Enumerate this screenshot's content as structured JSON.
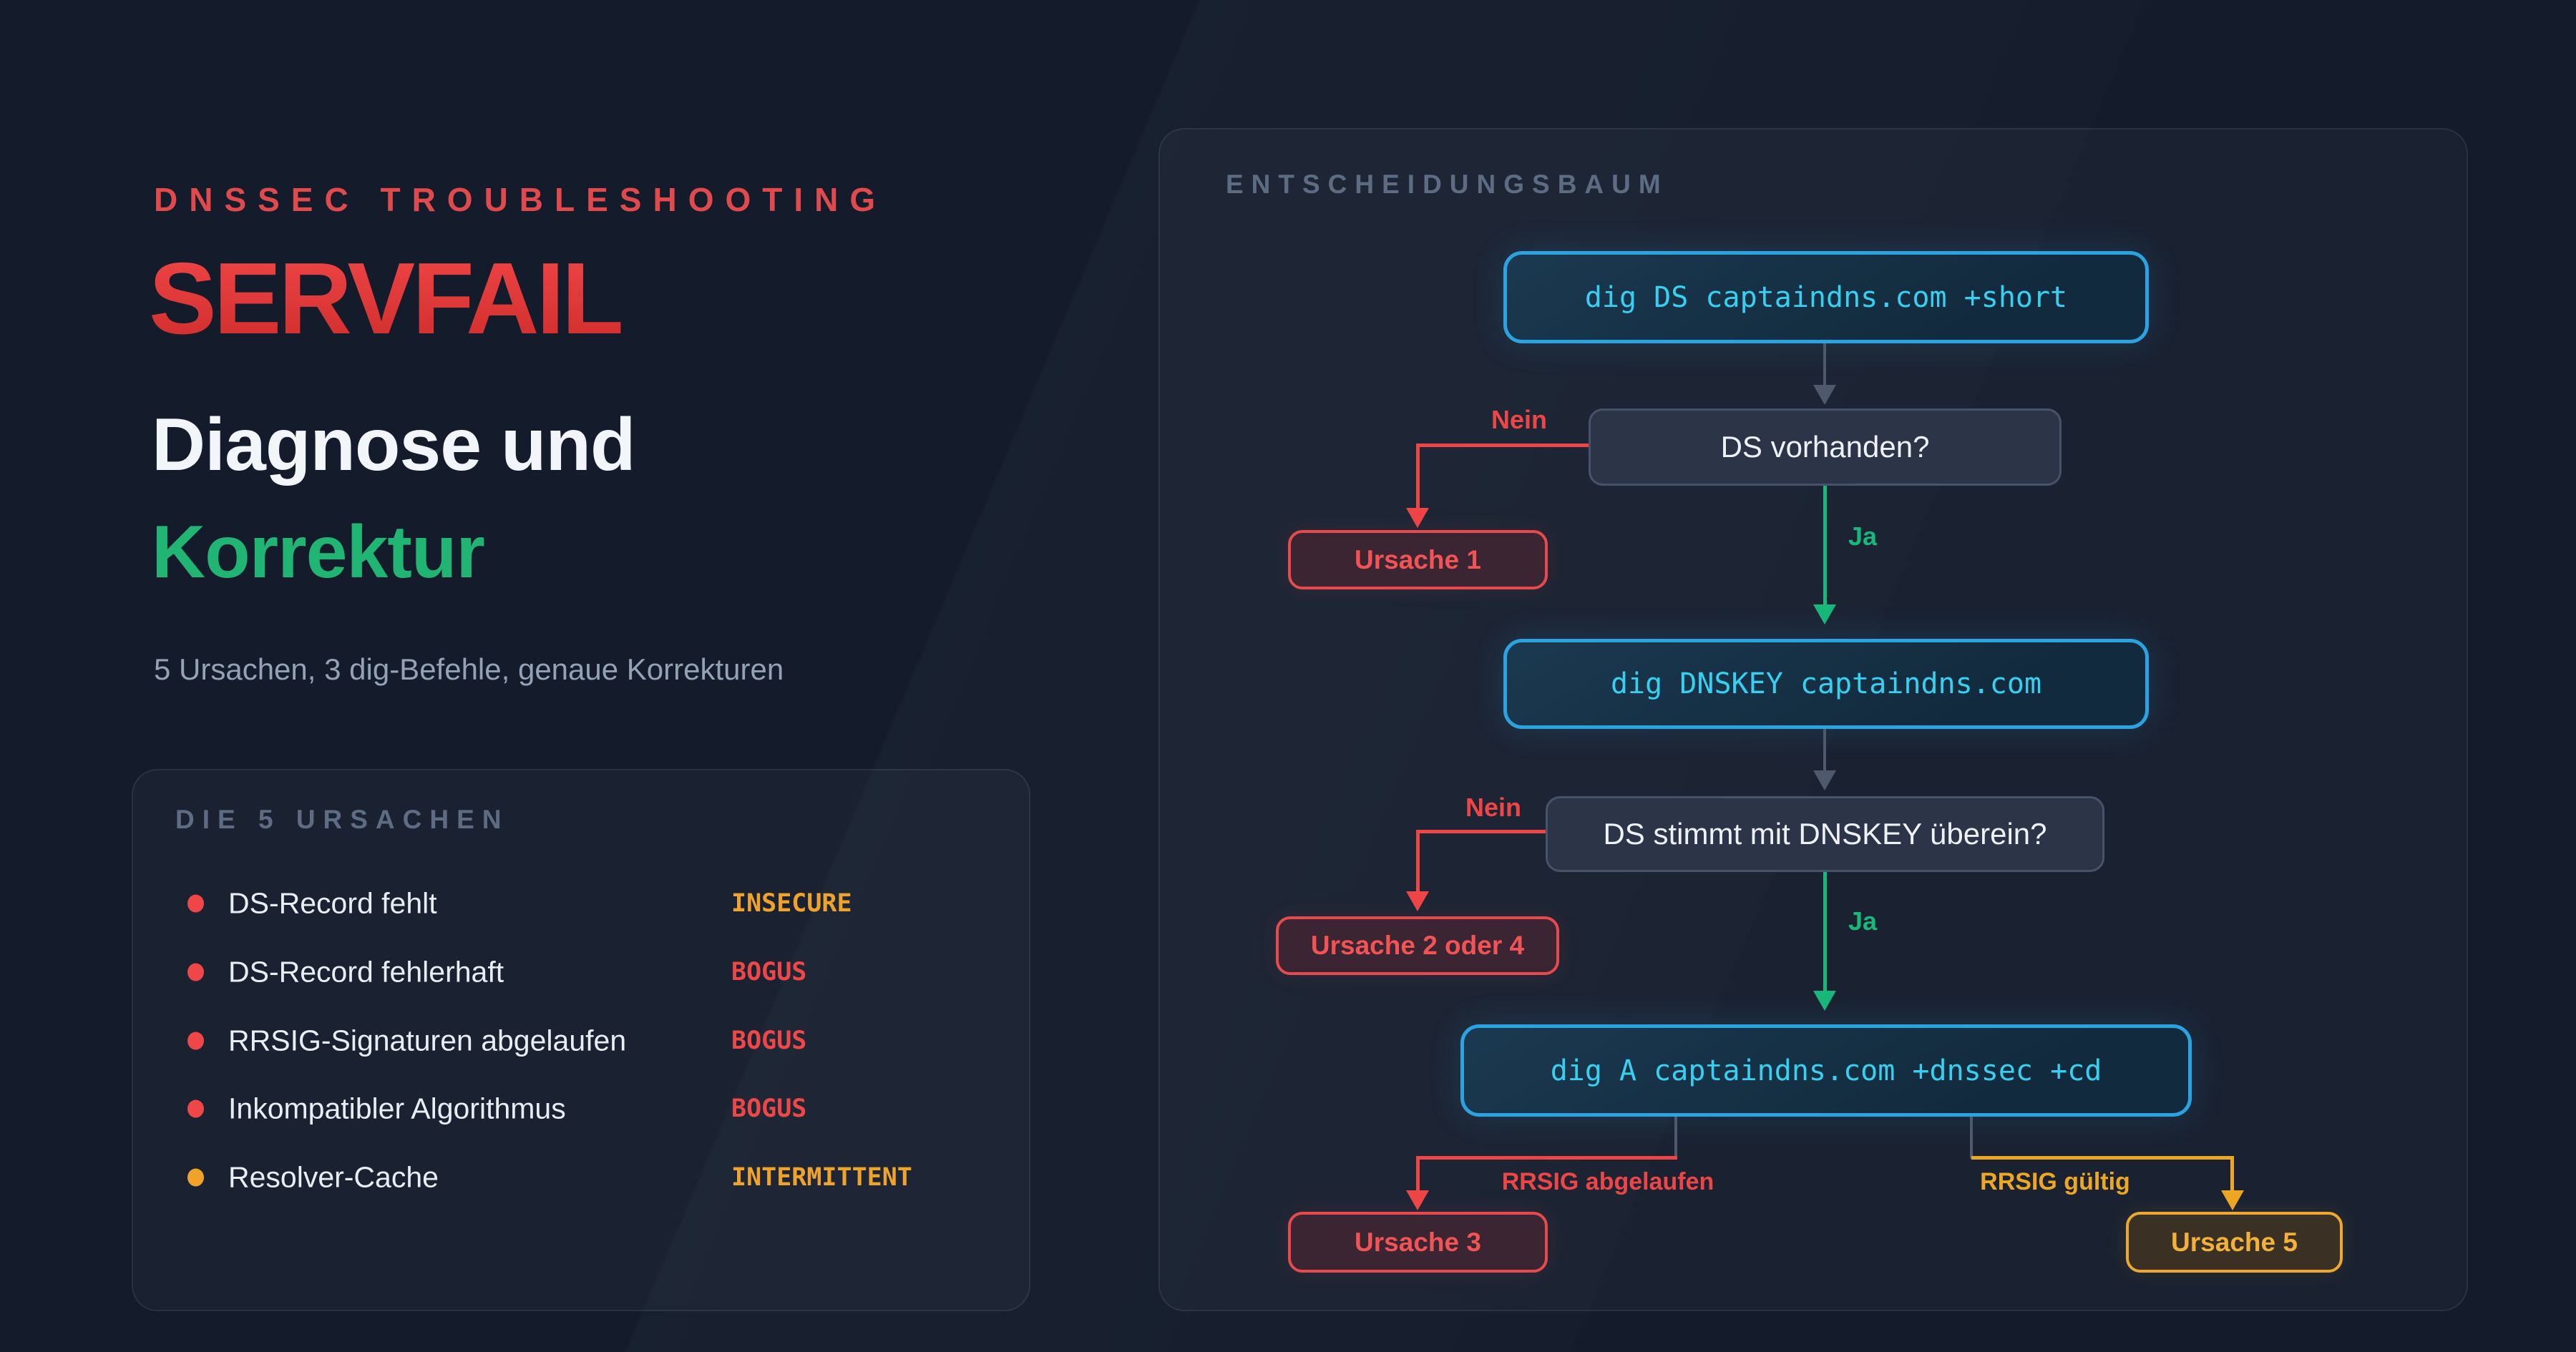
{
  "hero": {
    "eyebrow": "DNSSEC TROUBLESHOOTING",
    "title": "SERVFAIL",
    "subtitle_line1": "Diagnose und",
    "subtitle_line2": "Korrektur",
    "tagline": "5 Ursachen, 3 dig-Befehle, genaue Korrekturen"
  },
  "causes_panel": {
    "heading": "DIE 5 URSACHEN",
    "items": [
      {
        "label": "DS-Record fehlt",
        "status": "INSECURE",
        "dot": "red",
        "status_tone": "amber"
      },
      {
        "label": "DS-Record fehlerhaft",
        "status": "BOGUS",
        "dot": "red",
        "status_tone": "red"
      },
      {
        "label": "RRSIG-Signaturen abgelaufen",
        "status": "BOGUS",
        "dot": "red",
        "status_tone": "red"
      },
      {
        "label": "Inkompatibler Algorithmus",
        "status": "BOGUS",
        "dot": "red",
        "status_tone": "red"
      },
      {
        "label": "Resolver-Cache",
        "status": "INTERMITTENT",
        "dot": "amber",
        "status_tone": "amber"
      }
    ]
  },
  "tree": {
    "heading": "ENTSCHEIDUNGSBAUM",
    "cmd1": "dig DS captaindns.com +short",
    "q1": "DS vorhanden?",
    "no1": "Nein",
    "yes1": "Ja",
    "cause1": "Ursache 1",
    "cmd2": "dig DNSKEY captaindns.com",
    "q2": "DS stimmt mit DNSKEY überein?",
    "no2": "Nein",
    "yes2": "Ja",
    "cause24": "Ursache 2 oder 4",
    "cmd3": "dig A captaindns.com +dnssec +cd",
    "branch_expired": "RRSIG abgelaufen",
    "branch_valid": "RRSIG gültig",
    "cause3": "Ursache 3",
    "cause5": "Ursache 5"
  },
  "colors": {
    "background": "#141c2b",
    "red": "#ef4748",
    "amber": "#f0a32a",
    "green": "#17b87a",
    "cyan": "#36d0f1",
    "blue_border": "#2aa3e0",
    "title_red": "#e04a4c",
    "title_green": "#21b573"
  }
}
